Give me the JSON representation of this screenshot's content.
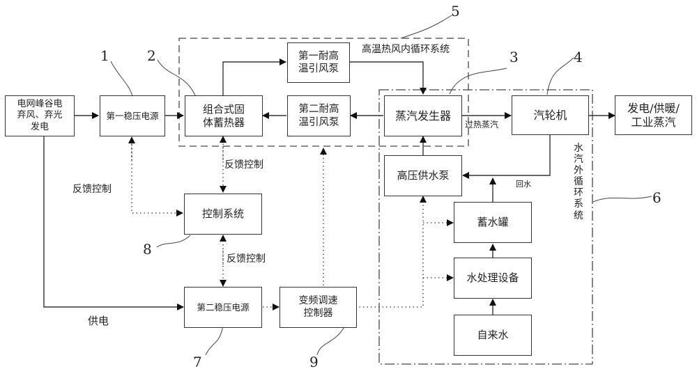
{
  "diagram": {
    "boxes": {
      "grid": "电网峰谷电\n弃风、弃光\n发电",
      "reg1": "第一稳压电源",
      "storage": "组合式固\n体蓄热器",
      "fan1": "第一耐高\n温引风泵",
      "fan2": "第二耐高\n温引风泵",
      "steam_gen": "蒸汽发生器",
      "turbine": "汽轮机",
      "output": "发电/供暖/\n工业蒸汽",
      "hp_pump": "高压供水泵",
      "tank": "蓄水罐",
      "water_treat": "水处理设备",
      "tap_water": "自来水",
      "control": "控制系统",
      "reg2": "第二稳压电源",
      "vfd": "变频调速\n控制器"
    },
    "labels": {
      "inner_loop": "高温热风内循环系统",
      "outer_loop": "水\n汽\n外\n循\n环\n系\n统",
      "superheated": "过热蒸汽",
      "return_water": "回水",
      "feedback1": "反馈控制",
      "feedback2": "反馈控制",
      "feedback3": "反馈控制",
      "power_supply": "供电"
    },
    "numbers": [
      "1",
      "2",
      "3",
      "4",
      "5",
      "6",
      "7",
      "8",
      "9"
    ]
  }
}
